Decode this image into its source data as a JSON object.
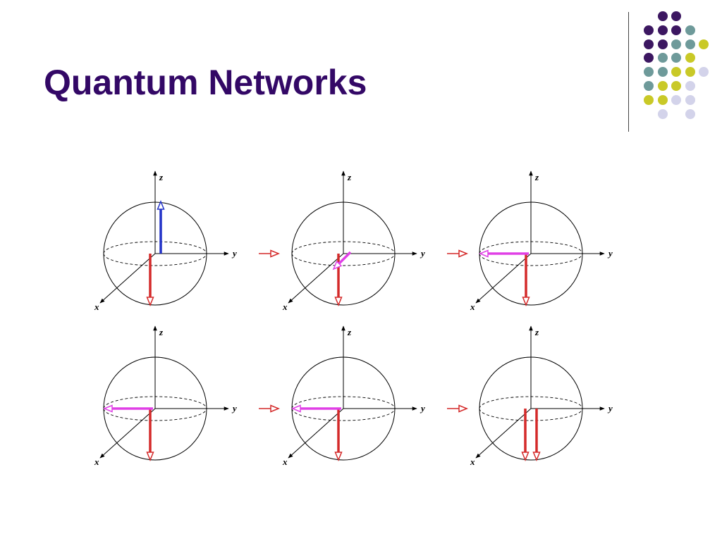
{
  "slide": {
    "title": "Quantum Networks"
  },
  "decoration": {
    "dot_colors": {
      "purple": "#3c1761",
      "teal": "#6e9a9a",
      "lime": "#c9c927",
      "lavender": "#d3d3ea"
    },
    "dot_rows": [
      [
        "none",
        "purple",
        "purple",
        "none"
      ],
      [
        "purple",
        "purple",
        "purple",
        "teal"
      ],
      [
        "purple",
        "purple",
        "teal",
        "teal",
        "lime"
      ],
      [
        "purple",
        "teal",
        "teal",
        "lime"
      ],
      [
        "teal",
        "teal",
        "lime",
        "lime",
        "lavender"
      ],
      [
        "teal",
        "lime",
        "lime",
        "lavender"
      ],
      [
        "lime",
        "lime",
        "lavender",
        "lavender"
      ],
      [
        "none",
        "lavender",
        "none",
        "lavender"
      ]
    ]
  },
  "diagram": {
    "axis_labels": {
      "x": "x",
      "y": "y",
      "z": "z"
    },
    "colors": {
      "axes": "#000000",
      "field_arrow": "#d42a2a",
      "spin_up": "#2233c8",
      "spin_transverse": "#e040e6",
      "transition_arrow": "#d42a2a"
    },
    "panels": [
      {
        "row": 1,
        "col": 1,
        "spin_state": "up"
      },
      {
        "row": 1,
        "col": 2,
        "spin_state": "tilted-toward-x"
      },
      {
        "row": 1,
        "col": 3,
        "spin_state": "along-negative-y"
      },
      {
        "row": 2,
        "col": 1,
        "spin_state": "along-negative-y"
      },
      {
        "row": 2,
        "col": 2,
        "spin_state": "along-negative-y"
      },
      {
        "row": 2,
        "col": 3,
        "spin_state": "down"
      }
    ]
  }
}
